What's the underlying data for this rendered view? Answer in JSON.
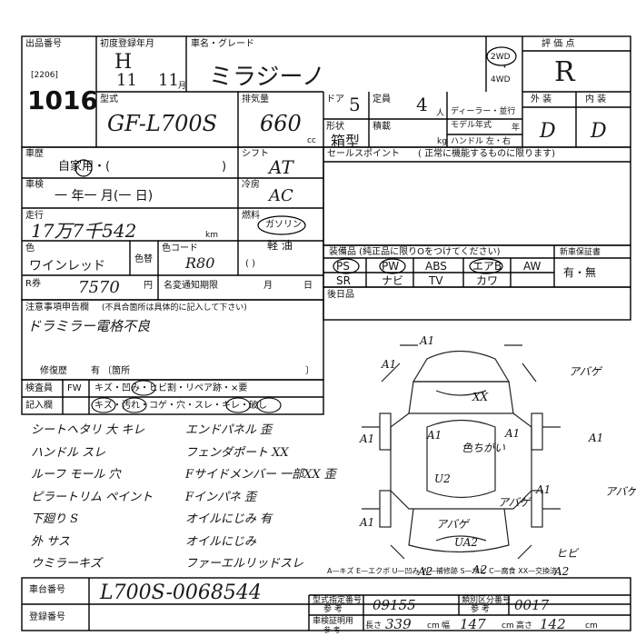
{
  "header": {
    "lot_label": "出品番号",
    "lot_prefix": "[2206]",
    "lot_number": "1016",
    "first_reg_label": "初度登録年月",
    "first_reg_era": "H",
    "first_reg_year": "11",
    "first_reg_month": "11",
    "first_reg_month_unit": "月",
    "car_name_label": "車名・グレード",
    "car_name": "ミラジーノ",
    "model_label": "型式",
    "model": "GF-L700S",
    "displacement_label": "排気量",
    "displacement": "660",
    "displacement_unit": "cc",
    "doors_label": "ドア",
    "doors": "5",
    "capacity_label": "定員",
    "capacity": "4",
    "capacity_unit": "人",
    "shape_label": "形状",
    "shape": "箱型",
    "load_label": "積載",
    "load_unit": "kg",
    "dealer_label": "ディーラー・並行",
    "model_year_label": "モデル年式",
    "model_year_unit": "年",
    "handle_label": "ハンドル 左・右",
    "drive_2wd": "2WD",
    "drive_4wd": "4WD",
    "drive_dot": "・",
    "grade_label": "評 価 点",
    "grade_value": "R",
    "exterior_label": "外 装",
    "interior_label": "内 装",
    "exterior_value": "D",
    "interior_value": "D"
  },
  "history": {
    "label": "車歴",
    "value": "自家用・(",
    "close": ")"
  },
  "shift": {
    "label": "シフト",
    "value": "AT"
  },
  "inspection": {
    "label": "車検",
    "value": "一 年一 月(一 日)"
  },
  "aircon": {
    "label": "冷房",
    "value": "AC"
  },
  "mileage": {
    "label": "走行",
    "value": "17万7千542",
    "unit": "km"
  },
  "fuel": {
    "label": "燃料",
    "gasoline": "ガソリン",
    "diesel": "軽 油",
    "other": "(            )"
  },
  "color": {
    "label": "色",
    "value": "ワインレッド",
    "code_label": "色替",
    "code2_label": "色コード",
    "code_value": "R80"
  },
  "recycle": {
    "label": "R券",
    "value": "7570",
    "unit": "円"
  },
  "name_change": {
    "label": "名変通知期限",
    "month": "月",
    "day": "日"
  },
  "declaration": {
    "label": "注意事項申告欄",
    "note": "(不具合箇所は具体的に記入して下さい)",
    "value": "ドラミラー電格不良",
    "repair_label": "修復歴",
    "repair_value": "有 〔箇所",
    "repair_close": "〕"
  },
  "inspector": {
    "label1": "検査員",
    "label2": "記入欄",
    "row1_cell": "FW",
    "row1": "キズ・凹み・ヒビ割・リペア跡・×要",
    "row2_cell": "",
    "row2": "キズ・汚れ・コゲ・穴・スレ・キレ・破し"
  },
  "notes_left": [
    "シートヘタリ 大 キレ",
    "ハンドル スレ",
    "ルーフ モール 穴",
    "ピラートリム ペイント",
    "下廻り S",
    "外 サス",
    "ウミラーキズ"
  ],
  "notes_right": [
    "エンドパネル 歪",
    "フェンダポート XX",
    "Fサイドメンバー 一部XX 歪",
    "Fインパネ 歪",
    "オイルにじみ 有",
    "オイルにじみ",
    "ファーエルリッドスレ"
  ],
  "sales_points": {
    "label": "セールスポイント",
    "note": "( 正常に機能するものに限ります)"
  },
  "equipment": {
    "label": "装備品 (純正品に限りOをつけてください)",
    "new_warranty": "新車保証書",
    "warranty_value": "有・無",
    "row1": [
      "PS",
      "PW",
      "ABS",
      "エアB",
      "AW"
    ],
    "row2": [
      "SR",
      "ナビ",
      "TV",
      "カワ"
    ]
  },
  "rear_seat": {
    "label": "後日品"
  },
  "diagram": {
    "marks": [
      "A1",
      "A1",
      "アバゲ",
      "XX",
      "A1",
      "A1",
      "A1",
      "色ちがい",
      "U2",
      "アバゲ",
      "A1",
      "A1",
      "アバゲ",
      "アバゲ",
      "UA2",
      "A2",
      "A2",
      "A2",
      "ヒビ",
      "A1"
    ],
    "legend": "A—キズ E—エクボ U—凹み W—補修跡 S—サビ C—腐食 XX—交換済"
  },
  "footer": {
    "chassis_label": "車台番号",
    "chassis_value": "L700S-0068544",
    "reg_label": "登録番号",
    "type_no_label": "型式指定番号",
    "type_no_ref": "参 考",
    "type_no_value": "09155",
    "class_label": "類別区分番号",
    "class_ref": "参 考",
    "class_value": "0017",
    "cert_label": "車検証明用",
    "cert_ref": "参 考",
    "length_label": "長さ",
    "length_value": "339",
    "width_label": "幅",
    "width_value": "147",
    "height_label": "高さ",
    "height_value": "142",
    "unit": "cm"
  }
}
